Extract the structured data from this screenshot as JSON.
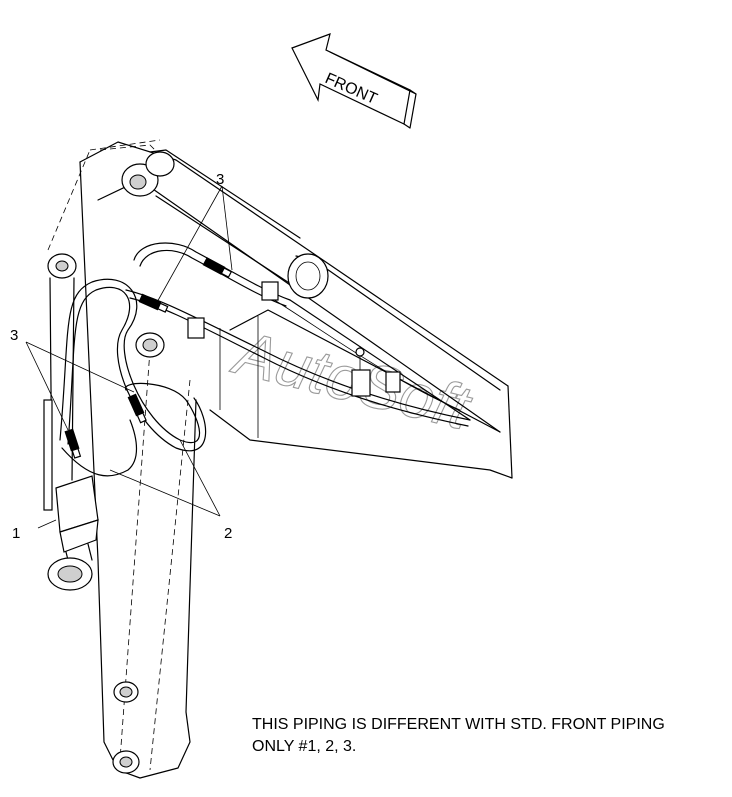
{
  "direction_label": "FRONT",
  "watermark": "AutoSoft",
  "callouts": [
    {
      "id": "callout-1",
      "number": "1"
    },
    {
      "id": "callout-2",
      "number": "2"
    },
    {
      "id": "callout-3-top",
      "number": "3"
    },
    {
      "id": "callout-3-left",
      "number": "3"
    }
  ],
  "note": {
    "line1": "THIS PIPING IS DIFFERENT WITH STD. FRONT PIPING",
    "line2": "ONLY #1, 2, 3."
  }
}
